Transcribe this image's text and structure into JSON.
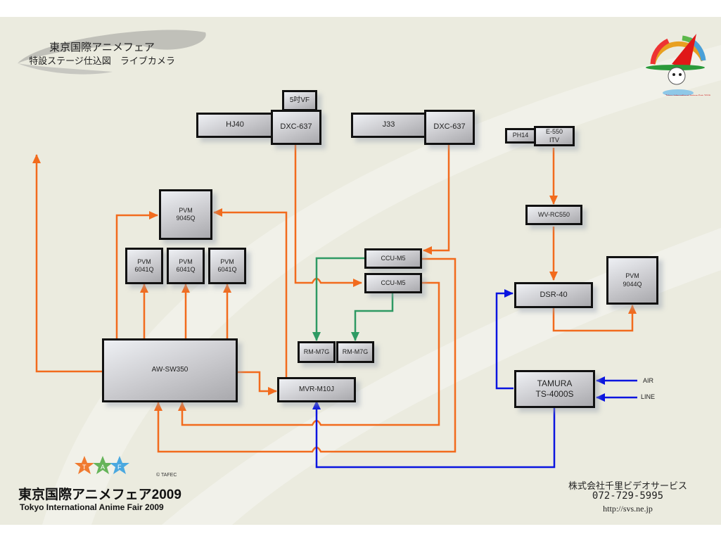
{
  "title": {
    "line1": "東京国際アニメフェア",
    "line2": "特設ステージ仕込図　ライブカメラ"
  },
  "colors": {
    "background": "#ebebdf",
    "video_line": "#f26b1d",
    "control_line": "#2e9a63",
    "audio_line": "#0a14e0",
    "box_border": "#111111"
  },
  "devices": {
    "vf5": "5吋VF",
    "hj40": "HJ40",
    "dxc637_a": "DXC-637",
    "j33": "J33",
    "dxc637_b": "DXC-637",
    "ph14": "PH14",
    "e550": "E-550\nITV",
    "wvrc550": "WV-RC550",
    "pvm9045q": "PVM\n9045Q",
    "pvm6041q_1": "PVM\n6041Q",
    "pvm6041q_2": "PVM\n6041Q",
    "pvm6041q_3": "PVM\n6041Q",
    "ccum5_a": "CCU-M5",
    "ccum5_b": "CCU-M5",
    "dsr40": "DSR-40",
    "pvm9044q": "PVM\n9044Q",
    "rmm7g_a": "RM-M7G",
    "rmm7g_b": "RM-M7G",
    "awsw350": "AW-SW350",
    "mvrm10j": "MVR-M10J",
    "tamura": "TAMURA\nTS-4000S"
  },
  "inputs": {
    "air": "AIR",
    "line": "LINE"
  },
  "footer": {
    "event_jp": "東京国際アニメフェア2009",
    "event_en": "Tokyo International Anime Fair 2009",
    "taf_letters": [
      "T",
      "A",
      "F"
    ],
    "copyright": "© TAFEC",
    "company": "株式会社千里ビデオサービス",
    "phone": "072-729-5995",
    "url": "http://svs.ne.jp"
  },
  "icons": {
    "mascot": "taf-mascot-logo-icon",
    "taf_stars": "taf-stars-logo-icon"
  }
}
